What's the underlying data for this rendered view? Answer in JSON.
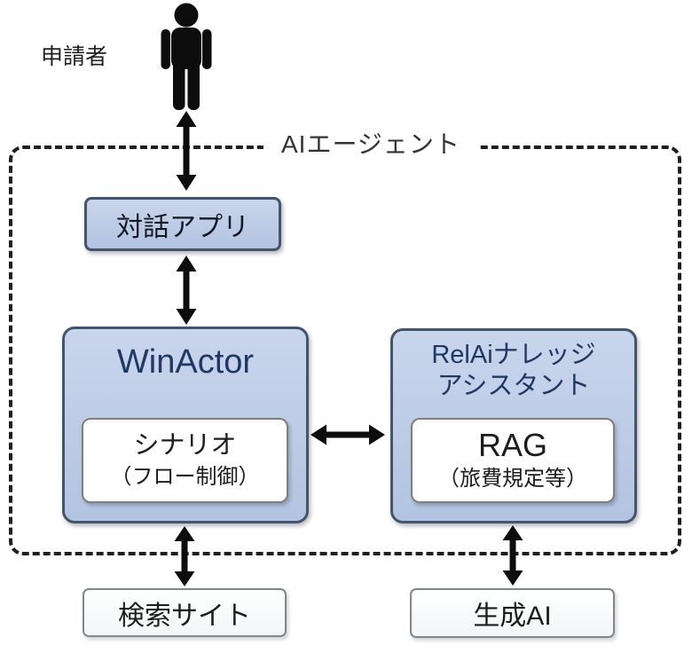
{
  "actor": {
    "label": "申請者",
    "icon": "person-icon"
  },
  "agent": {
    "label": "AIエージェント"
  },
  "nodes": {
    "dialog_app": {
      "label": "対話アプリ"
    },
    "winactor": {
      "title": "WinActor",
      "sub": {
        "line1": "シナリオ",
        "line2": "（フロー制御）"
      }
    },
    "relai": {
      "title_line1": "RelAiナレッジ",
      "title_line2": "アシスタント",
      "sub": {
        "line1": "RAG",
        "line2": "（旅費規定等）"
      }
    },
    "search_site": {
      "label": "検索サイト"
    },
    "gen_ai": {
      "label": "生成AI"
    }
  },
  "connections": [
    {
      "from": "applicant",
      "to": "dialog_app",
      "type": "bidirectional"
    },
    {
      "from": "dialog_app",
      "to": "winactor",
      "type": "bidirectional"
    },
    {
      "from": "winactor",
      "to": "relai",
      "type": "bidirectional"
    },
    {
      "from": "winactor",
      "to": "search_site",
      "type": "bidirectional"
    },
    {
      "from": "relai",
      "to": "gen_ai",
      "type": "bidirectional"
    }
  ],
  "colors": {
    "node_fill": "#b7c8e4",
    "node_border": "#44546a",
    "navy_text": "#1f3864",
    "inner_border": "#7f7f7f",
    "boundary_dash": "#1f1f1f",
    "arrow": "#0d0d0d",
    "background": "#ffffff"
  }
}
